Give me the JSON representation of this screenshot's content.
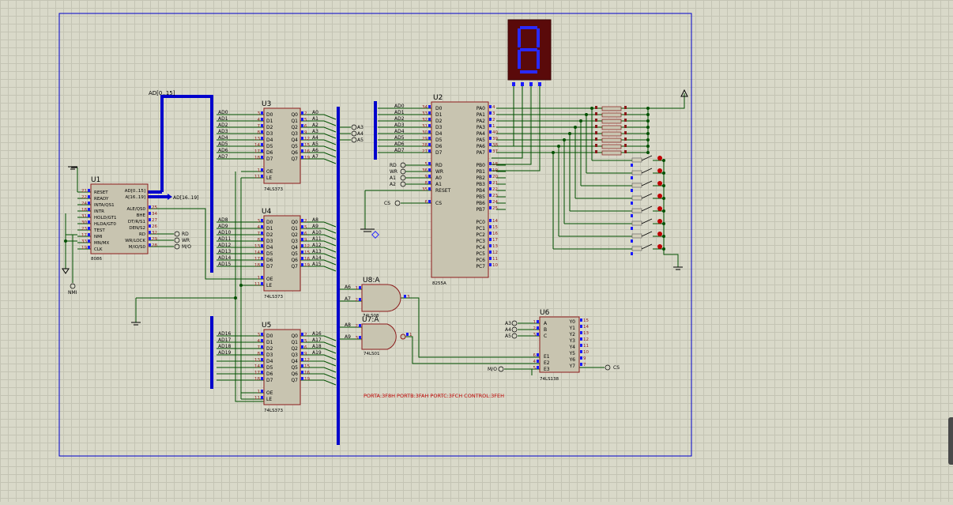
{
  "colors": {
    "wire": "#005000",
    "bus": "#0000cc",
    "chip": "#c8c4b0",
    "chip_border": "#8b1a1a",
    "pin_text": "#8b1a1a",
    "frame": "#0000cc",
    "note": "#c00000",
    "seg_bg": "#5a0a0a",
    "seg_on": "#2a2aff"
  },
  "bus_label_ad": "AD[0..15]",
  "u1": {
    "ref": "U1",
    "part": "8086",
    "left": [
      {
        "n": "21",
        "s": "RESET"
      },
      {
        "n": "22",
        "s": "READY"
      },
      {
        "n": "24",
        "s": "INTA/QS1"
      },
      {
        "n": "18",
        "s": "INTR"
      },
      {
        "n": "31",
        "s": "HOLD/GT1"
      },
      {
        "n": "30",
        "s": "HLDA/GT0"
      },
      {
        "n": "23",
        "s": "TEST"
      },
      {
        "n": "17",
        "s": "NMI"
      },
      {
        "n": "33",
        "s": "MN/MX"
      },
      {
        "n": "19",
        "s": "CLK"
      }
    ],
    "right_bus": [
      "AD[0..15]",
      "A[16..19]"
    ],
    "right": [
      {
        "n": "25",
        "s": "ALE/QS0"
      },
      {
        "n": "34",
        "s": "BHE"
      },
      {
        "n": "27",
        "s": "DT/R/S1"
      },
      {
        "n": "26",
        "s": "DEN/S2"
      },
      {
        "n": "32",
        "s": "RD"
      },
      {
        "n": "29",
        "s": "WR/LOCK"
      },
      {
        "n": "28",
        "s": "M/IO/S0"
      }
    ],
    "out_labels": [
      "RD",
      "WR",
      "M/O"
    ],
    "nmi_label": "NMI",
    "bus_out_label": "AD[16..19]"
  },
  "latches": [
    {
      "ref": "U3",
      "part": "74LS373",
      "in_labels": [
        "AD0",
        "AD1",
        "AD2",
        "AD3",
        "AD4",
        "AD5",
        "AD6",
        "AD7"
      ],
      "in_pins": [
        "3",
        "4",
        "7",
        "8",
        "13",
        "14",
        "17",
        "18"
      ],
      "out_pins": [
        "2",
        "5",
        "6",
        "9",
        "12",
        "15",
        "16",
        "19"
      ],
      "out_labels": [
        "A0",
        "A1",
        "A2",
        "A3",
        "A4",
        "A5",
        "A6",
        "A7"
      ],
      "ctrl": [
        {
          "n": "1",
          "s": "OE"
        },
        {
          "n": "11",
          "s": "LE"
        }
      ]
    },
    {
      "ref": "U4",
      "part": "74LS373",
      "in_labels": [
        "AD8",
        "AD9",
        "AD10",
        "AD11",
        "AD12",
        "AD13",
        "AD14",
        "AD15"
      ],
      "in_pins": [
        "3",
        "4",
        "7",
        "8",
        "13",
        "14",
        "17",
        "18"
      ],
      "out_pins": [
        "2",
        "5",
        "6",
        "9",
        "12",
        "15",
        "16",
        "19"
      ],
      "out_labels": [
        "A8",
        "A9",
        "A10",
        "A11",
        "A12",
        "A13",
        "A14",
        "A15"
      ],
      "ctrl": [
        {
          "n": "1",
          "s": "OE"
        },
        {
          "n": "11",
          "s": "LE"
        }
      ]
    },
    {
      "ref": "U5",
      "part": "74LS373",
      "in_labels": [
        "AD16",
        "AD17",
        "AD18",
        "AD19",
        "",
        "",
        "",
        ""
      ],
      "in_pins": [
        "3",
        "4",
        "7",
        "8",
        "13",
        "14",
        "17",
        "18"
      ],
      "out_pins": [
        "2",
        "5",
        "6",
        "9",
        "12",
        "15",
        "16",
        "19"
      ],
      "out_labels": [
        "A16",
        "A17",
        "A18",
        "A19",
        "",
        "",
        "",
        ""
      ],
      "ctrl": [
        {
          "n": "1",
          "s": "OE"
        },
        {
          "n": "11",
          "s": "LE"
        }
      ]
    }
  ],
  "latch_pin_in": [
    "D0",
    "D1",
    "D2",
    "D3",
    "D4",
    "D5",
    "D6",
    "D7"
  ],
  "latch_pin_out": [
    "Q0",
    "Q1",
    "Q2",
    "Q3",
    "Q4",
    "Q5",
    "Q6",
    "Q7"
  ],
  "u3_terms": [
    "A3",
    "A4",
    "A5"
  ],
  "u2": {
    "ref": "U2",
    "part": "8255A",
    "left_labels": [
      "AD0",
      "AD1",
      "AD2",
      "AD3",
      "AD4",
      "AD5",
      "AD6",
      "AD7"
    ],
    "left_pins": [
      "34",
      "33",
      "32",
      "31",
      "30",
      "29",
      "28",
      "27"
    ],
    "left_sig": [
      "D0",
      "D1",
      "D2",
      "D3",
      "D4",
      "D5",
      "D6",
      "D7"
    ],
    "ctrl_labels": [
      "RD",
      "WR",
      "A1",
      "A2"
    ],
    "ctrl_pins": [
      "5",
      "36",
      "9",
      "8",
      "35"
    ],
    "ctrl_sig": [
      "RD",
      "WR",
      "A0",
      "A1",
      "RESET"
    ],
    "cs_label": "CS",
    "cs_pin": "6",
    "cs_sig": "CS",
    "pa": [
      {
        "n": "4",
        "s": "PA0"
      },
      {
        "n": "3",
        "s": "PA1"
      },
      {
        "n": "2",
        "s": "PA2"
      },
      {
        "n": "1",
        "s": "PA3"
      },
      {
        "n": "40",
        "s": "PA4"
      },
      {
        "n": "39",
        "s": "PA5"
      },
      {
        "n": "38",
        "s": "PA6"
      },
      {
        "n": "37",
        "s": "PA7"
      }
    ],
    "pb": [
      {
        "n": "18",
        "s": "PB0"
      },
      {
        "n": "19",
        "s": "PB1"
      },
      {
        "n": "20",
        "s": "PB2"
      },
      {
        "n": "21",
        "s": "PB3"
      },
      {
        "n": "22",
        "s": "PB4"
      },
      {
        "n": "23",
        "s": "PB5"
      },
      {
        "n": "24",
        "s": "PB6"
      },
      {
        "n": "25",
        "s": "PB7"
      }
    ],
    "pc": [
      {
        "n": "14",
        "s": "PC0"
      },
      {
        "n": "15",
        "s": "PC1"
      },
      {
        "n": "16",
        "s": "PC2"
      },
      {
        "n": "17",
        "s": "PC3"
      },
      {
        "n": "13",
        "s": "PC4"
      },
      {
        "n": "12",
        "s": "PC5"
      },
      {
        "n": "11",
        "s": "PC6"
      },
      {
        "n": "10",
        "s": "PC7"
      }
    ]
  },
  "u8": {
    "ref": "U8:A",
    "part": "74LS08",
    "in": [
      {
        "n": "1",
        "s": "A6"
      },
      {
        "n": "2",
        "s": "A7"
      }
    ],
    "out": "3"
  },
  "u7": {
    "ref": "U7:A",
    "part": "74LS01",
    "in": [
      {
        "n": "2",
        "s": "A8"
      },
      {
        "n": "3",
        "s": "A9"
      }
    ],
    "out": "1"
  },
  "u6": {
    "ref": "U6",
    "part": "74LS138",
    "left": [
      {
        "n": "1",
        "s": "A",
        "l": "A3"
      },
      {
        "n": "2",
        "s": "B",
        "l": "A4"
      },
      {
        "n": "3",
        "s": "C",
        "l": "A5"
      },
      {
        "n": "6",
        "s": "E1",
        "l": ""
      },
      {
        "n": "4",
        "s": "E2",
        "l": ""
      },
      {
        "n": "5",
        "s": "E3",
        "l": "M/O"
      }
    ],
    "right": [
      {
        "n": "15",
        "s": "Y0"
      },
      {
        "n": "14",
        "s": "Y1"
      },
      {
        "n": "13",
        "s": "Y2"
      },
      {
        "n": "12",
        "s": "Y3"
      },
      {
        "n": "11",
        "s": "Y4"
      },
      {
        "n": "10",
        "s": "Y5"
      },
      {
        "n": "9",
        "s": "Y6"
      },
      {
        "n": "7",
        "s": "Y7"
      }
    ],
    "cs_label": "CS"
  },
  "note": "PORTA:3F8H  PORTB:3FAH  PORTC:3FCH  CONTROL:3FEH"
}
